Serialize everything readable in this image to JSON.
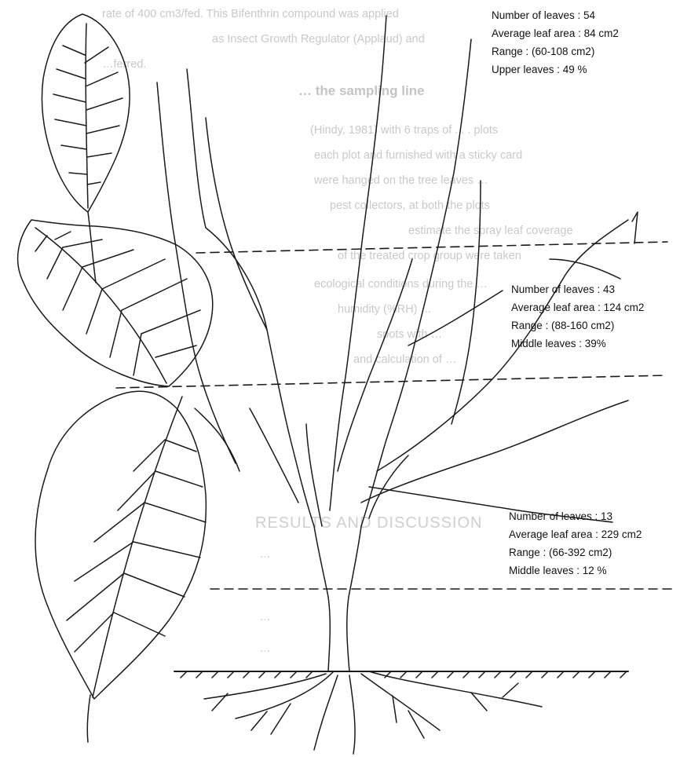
{
  "background_text": {
    "lines": [
      "rate of 400 cm3/fed. This Bifenthrin compound was applied",
      "as Insect Growth Regulator (Applaud) and",
      "…ferred.",
      "(Hindy, 1981) with 6 traps of . . . plots",
      "each plot and furnished with a sticky card",
      "were hanged on the tree leaves …",
      "pest collectors, at both the plots",
      "estimate the spray leaf coverage",
      "of the treated crop group were taken",
      "ecological conditions during the …",
      "humidity (%RH) …",
      "spots with …",
      "and calculation of …",
      "…",
      "…"
    ],
    "heading_sampling": "… the sampling line",
    "heading_results": "RESULTS AND DISCUSSION",
    "subheading": "…"
  },
  "labels": {
    "upper": {
      "number": "Number of leaves : 54",
      "area": "Average leaf area : 84 cm2",
      "range": "Range : (60-108 cm2)",
      "portion": "Upper leaves : 49 %"
    },
    "middle": {
      "number": "Number of leaves : 43",
      "area": "Average leaf area : 124 cm2",
      "range": "Range : (88-160 cm2)",
      "portion": "Middle leaves : 39%"
    },
    "lower": {
      "number": "Number of leaves : 13",
      "area": "Average leaf area : 229 cm2",
      "range": "Range : (66-392 cm2)",
      "portion": "Middle leaves : 12  %"
    }
  }
}
